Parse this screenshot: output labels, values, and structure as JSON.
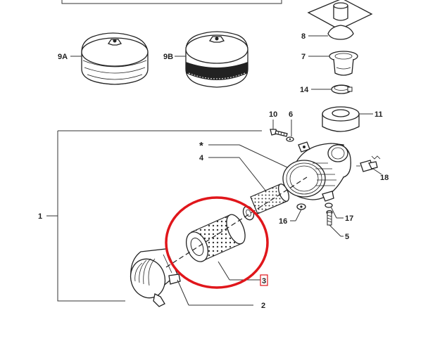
{
  "diagram": {
    "labels": {
      "l1": "1",
      "l2": "2",
      "l3": "3",
      "l4": "4",
      "l5": "5",
      "l6": "6",
      "l7": "7",
      "l8": "8",
      "l9a": "9A",
      "l9b": "9B",
      "l10": "10",
      "l11": "11",
      "l14": "14",
      "l16": "16",
      "l17": "17",
      "l18": "18",
      "star": "*"
    },
    "highlight_color": "#e0161b",
    "line_color": "#222222"
  }
}
